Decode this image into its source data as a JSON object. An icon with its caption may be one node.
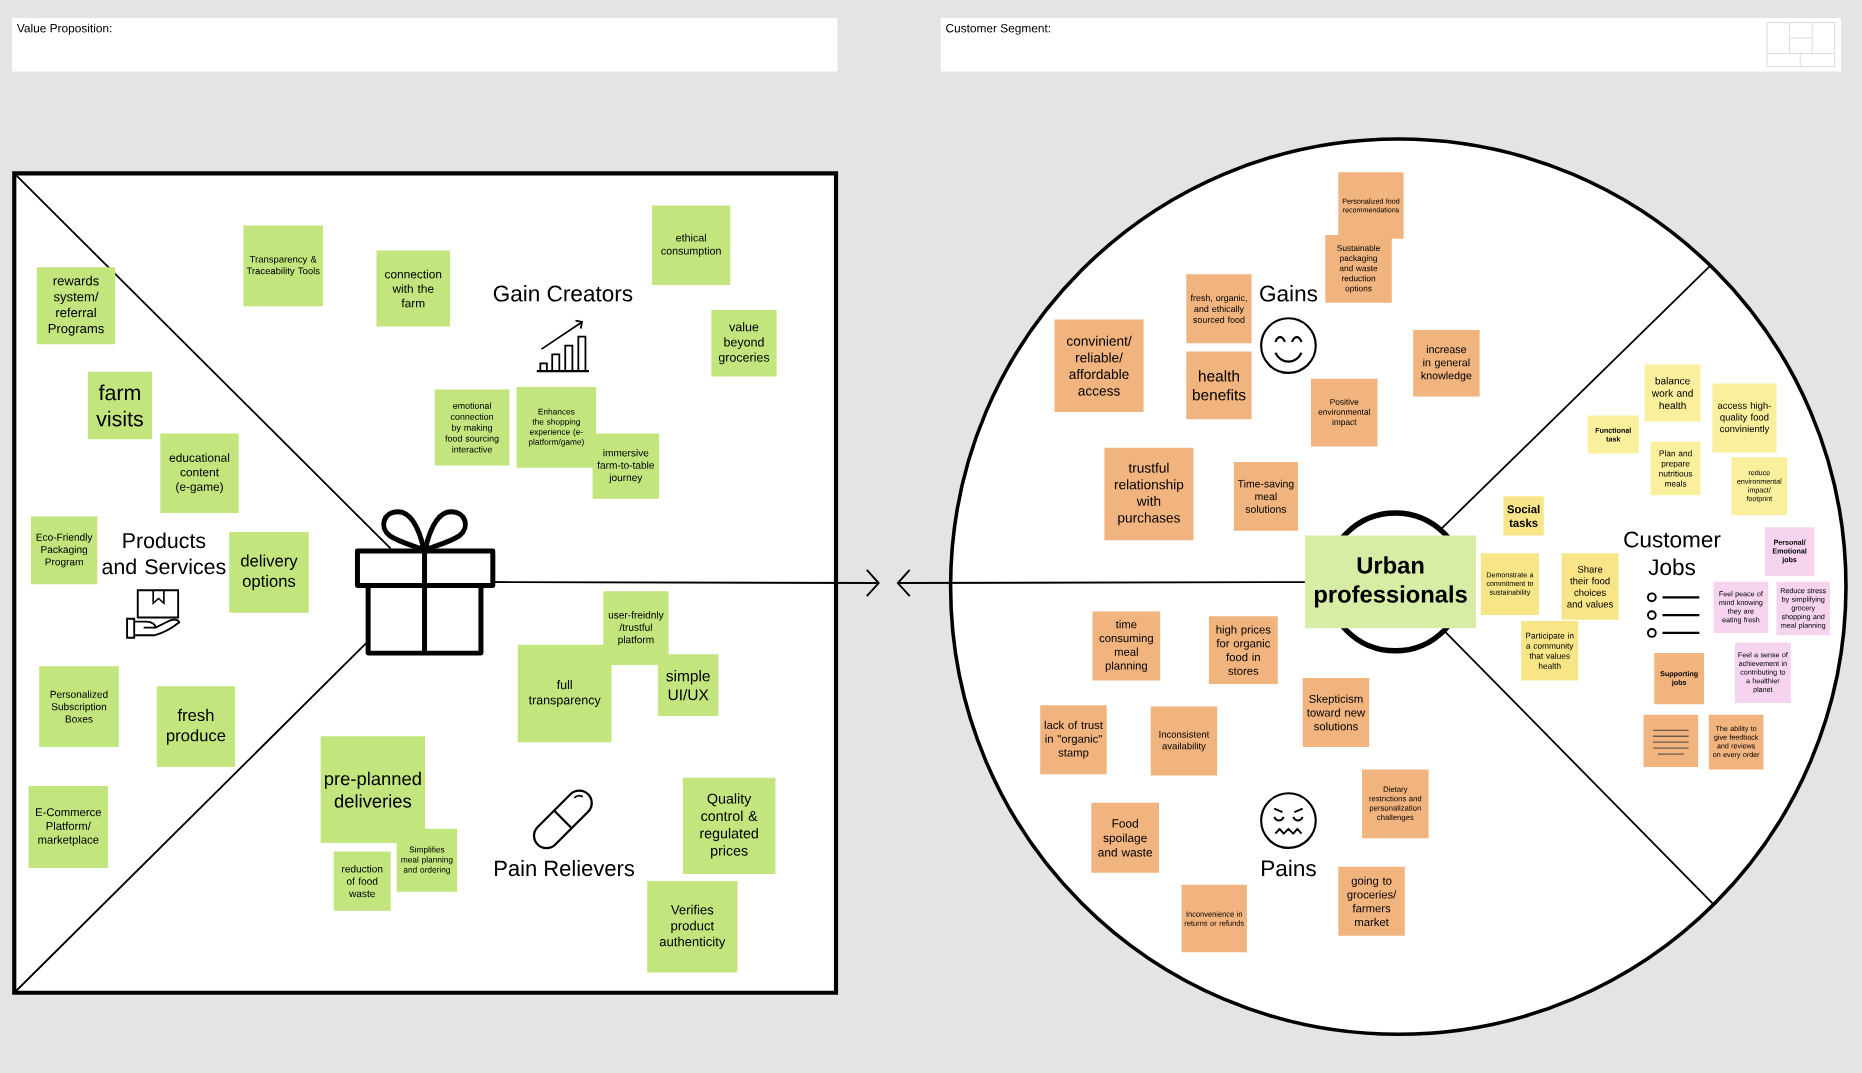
{
  "diagram": {
    "nodes": [
      {
        "text": [
          "Value Proposition:"
        ]
      },
      {
        "text": [
          "Customer Segment:"
        ]
      },
      {
        "text": [],
        "shape": "box"
      },
      {
        "text": [
          "rewards system/ referral Programs"
        ],
        "in": 2
      },
      {
        "text": [
          "Transparency & Traceability Tools"
        ],
        "in": 2
      },
      {
        "text": [
          "connection with the farm"
        ],
        "in": 2
      },
      {
        "text": [
          "ethical consumption"
        ],
        "in": 2
      },
      {
        "text": [
          "value beyond groceries"
        ],
        "in": 2
      },
      {
        "text": [
          "farm visits"
        ],
        "in": 2
      },
      {
        "text": [
          "emotional connection by making food sourcing interactive"
        ],
        "in": 2
      },
      {
        "text": [
          "Enhances the shopping experience (e-platform/game)"
        ],
        "in": 2
      },
      {
        "text": [
          "immersive farm-to-table journey"
        ],
        "in": 2
      },
      {
        "text": [
          "educational content (e-game)"
        ],
        "in": 2
      },
      {
        "text": [
          "Eco-Friendly Packaging Program"
        ],
        "in": 2
      },
      {
        "text": [
          "delivery options"
        ],
        "in": 2
      },
      {
        "text": [],
        "shape": "picture",
        "in": 2
      },
      {
        "text": [
          "user-freidnly /trustful platform"
        ],
        "in": 2
      },
      {
        "text": [
          "full transparency"
        ],
        "in": 2
      },
      {
        "text": [
          "simple UI/UX"
        ],
        "in": 2
      },
      {
        "text": [
          "Personalized Subscription Boxes"
        ],
        "in": 2
      },
      {
        "text": [
          "fresh produce"
        ],
        "in": 2
      },
      {
        "text": [
          "pre-planned deliveries"
        ],
        "in": 2
      },
      {
        "text": [
          "Quality control & regulated prices"
        ],
        "in": 2
      },
      {
        "text": [
          "E-Commerce Platform/ marketplace"
        ],
        "in": 2
      },
      {
        "text": [
          "Simplifies meal planning and ordering"
        ],
        "in": 2
      },
      {
        "text": [
          "reduction of food waste"
        ],
        "in": 2
      },
      {
        "text": [
          "Verifies product authenticity"
        ],
        "in": 2
      },
      {
        "text": [],
        "shape": "circle"
      },
      {
        "text": [
          "Personalized food recommendations"
        ],
        "in": 27
      },
      {
        "text": [
          "Sustainable packaging and waste reduction options"
        ],
        "in": 27
      },
      {
        "text": [
          "fresh, organic, and ethically sourced food"
        ],
        "in": 27
      },
      {
        "text": [
          "convinient/ reliable/ affordable access"
        ],
        "in": 27
      },
      {
        "text": [
          "health benefits"
        ],
        "in": 27
      },
      {
        "text": [
          "increase in general knowledge"
        ],
        "in": 27
      },
      {
        "text": [
          "balance work and health"
        ],
        "in": 27
      },
      {
        "text": [
          "Positive environmental impact"
        ],
        "in": 27
      },
      {
        "text": [
          "Functional task"
        ],
        "in": 27
      },
      {
        "text": [
          "access high-quality food conviniently"
        ],
        "in": 27
      },
      {
        "text": [
          "Plan and prepare nutritious meals"
        ],
        "in": 27
      },
      {
        "text": [
          "trustful relationship with purchases"
        ],
        "in": 27
      },
      {
        "text": [
          "Time-saving meal solutions"
        ],
        "in": 27
      },
      {
        "text": [
          "reduce environmental impact/ footprint"
        ],
        "in": 27
      },
      {
        "text": [
          "Social tasks"
        ],
        "in": 27
      },
      {
        "text": [
          "Personal/ Emotional jobs"
        ],
        "in": 27
      },
      {
        "text": [
          "Urban professionals"
        ],
        "in": 27
      },
      {
        "text": [
          "Demonstrate a commitment to sustainability"
        ],
        "in": 27
      },
      {
        "text": [
          "Share their food choices and values"
        ],
        "in": 27
      },
      {
        "text": [
          "Feel peace of mind knowing they are eating fresh"
        ],
        "in": 27
      },
      {
        "text": [
          "Reduce stress by simplifying grocery shopping and meal planning"
        ],
        "in": 27
      },
      {
        "text": [
          "Participate in a community that values health"
        ],
        "in": 27
      },
      {
        "text": [
          "time consuming meal planning"
        ],
        "in": 27
      },
      {
        "text": [
          "high prices for organic food in stores"
        ],
        "in": 27
      },
      {
        "text": [
          "Feel a sense of achievement in contributing to a healthier planet"
        ],
        "in": 27
      },
      {
        "text": [
          "Supporting jobs"
        ],
        "in": 27
      },
      {
        "text": [
          "Skepticism toward new solutions"
        ],
        "in": 27
      },
      {
        "text": [
          "lack of trust in \"organic\" stamp"
        ],
        "in": 27
      },
      {
        "text": [
          "Inconsistent availability"
        ],
        "in": 27
      },
      {
        "text": [],
        "shape": "box",
        "in": 27
      },
      {
        "text": [
          "The ability to give feedback and reviews on every order"
        ],
        "in": 27
      },
      {
        "text": [
          "Dietary restrictions and personalization challenges"
        ],
        "in": 27
      },
      {
        "text": [
          "Food spoilage and waste"
        ],
        "in": 27
      },
      {
        "text": [
          "going to groceries/ farmers market"
        ],
        "in": 27
      },
      {
        "text": [
          "Inconvenience in returns or refunds"
        ],
        "in": 27
      }
    ],
    "edges": [
      {
        "from": 15,
        "to": null,
        "arrow": "to"
      },
      {
        "from": 44,
        "to": null,
        "arrow": "to"
      }
    ],
    "labels": [
      "Gain Creators",
      "Gains",
      "Products and Services",
      "Customer Jobs",
      "Pain Relievers",
      "Pains"
    ]
  }
}
